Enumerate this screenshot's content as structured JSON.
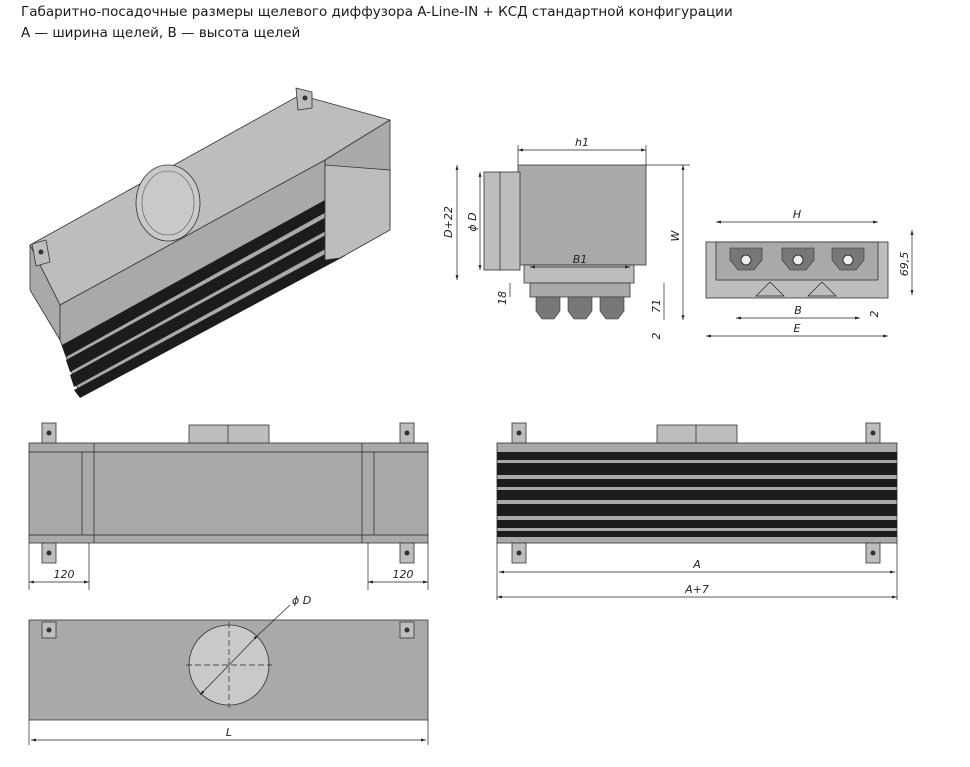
{
  "caption": {
    "line1": "Габаритно-посадочные размеры щелевого диффузора A-Line-IN + КСД стандартной конфигурации",
    "line2": "A — ширина щелей, B — высота щелей"
  },
  "dimensions": {
    "h1": "h1",
    "d_plus_22": "D+22",
    "phi_d": "ϕ D",
    "w": "W",
    "b1": "B1",
    "d18": "18",
    "d71": "71",
    "d2": "2",
    "h": "H",
    "d69_5": "69,5",
    "b": "B",
    "e": "E",
    "d120_left": "120",
    "d120_right": "120",
    "a": "A",
    "a_plus_7": "A+7",
    "phi_d_bottom": "ϕ D",
    "l": "L"
  },
  "colors": {
    "body": "#a9a9a9",
    "slot": "#1c1c1c",
    "line": "#222222"
  }
}
